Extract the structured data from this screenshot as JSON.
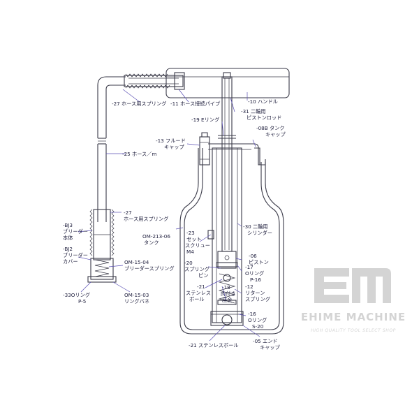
{
  "labels": {
    "l10": "-10 ハンドル",
    "l27a": "-27 ホース用スプリング",
    "l11": "-11 ホース接続パイプ",
    "l31a": "-31 二輪用",
    "l31b": "ピストンロッド",
    "l19": "-19 Eリング",
    "l08a": "-08B タンク",
    "l08b": "キャップ",
    "l13a": "-13 フルード",
    "l13b": "キャップ",
    "l25": "-25 ホース／m",
    "l27b_a": "-27",
    "l27b_b": "ホース用スプリング",
    "bj3a": "-BJ3",
    "bj3b": "ブリーダー",
    "bj3c": "本体",
    "om213a": "OM-213-06",
    "om213b": "タンク",
    "l30a": "-30 二輪用",
    "l30b": "シリンダー",
    "l23a": "-23",
    "l23b": "セット",
    "l23c": "スクリュー",
    "l23d": "M4",
    "bj2a": "-BJ2",
    "bj2b": "ブリーダー",
    "bj2c": "カバー",
    "om1504a": "OM-15-04",
    "om1504b": "ブリーダースプリング",
    "l06a": "-06",
    "l06b": "ピストン",
    "l20a": "-20",
    "l20b": "スプリング",
    "l20c": "ピン",
    "l17a": "-17",
    "l17b": "Oリング",
    "l17c": "P-16",
    "l33a": "-33Oリング",
    "l33b": "P-5",
    "om1503a": "OM-15-03",
    "om1503b": "リングバネ",
    "l21a": "-21",
    "l21b": "ステンレス",
    "l21c": "ボール",
    "l18a": "-18",
    "l18b": "肉付き",
    "l18c": "座金",
    "l12a": "-12",
    "l12b": "リターン",
    "l12c": "スプリング",
    "l16a": "-16",
    "l16b": "Oリング",
    "l16c": "S-20",
    "l21_bottom": "-21 ステンレスボール",
    "l05a": "-05 エンド",
    "l05b": "キャップ"
  },
  "watermark": {
    "brand": "EHIME MACHINE",
    "tagline": "HIGH QUALITY TOOL SELECT SHOP",
    "logo_text": "EM"
  },
  "colors": {
    "line": "#3a3a48",
    "leader": "#5a4fb4",
    "text": "#1b1b3a",
    "watermark": "#d4d4d4"
  }
}
